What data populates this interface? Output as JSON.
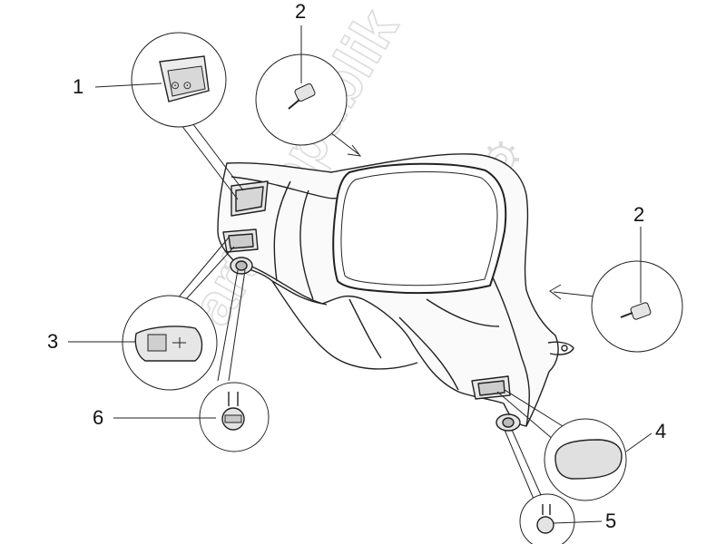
{
  "watermark": {
    "text": "PartsRepublik",
    "color": "#c8c8c8"
  },
  "callouts": [
    {
      "id": "1",
      "label": "1"
    },
    {
      "id": "2a",
      "label": "2"
    },
    {
      "id": "2b",
      "label": "2"
    },
    {
      "id": "3",
      "label": "3"
    },
    {
      "id": "4",
      "label": "4"
    },
    {
      "id": "5",
      "label": "5"
    },
    {
      "id": "6",
      "label": "6"
    }
  ],
  "icons": {
    "watermark_logo": "gear-icon"
  },
  "colors": {
    "stroke": "#222222",
    "part_fill": "#f4f4f4",
    "shade": "#d9d9d9"
  }
}
